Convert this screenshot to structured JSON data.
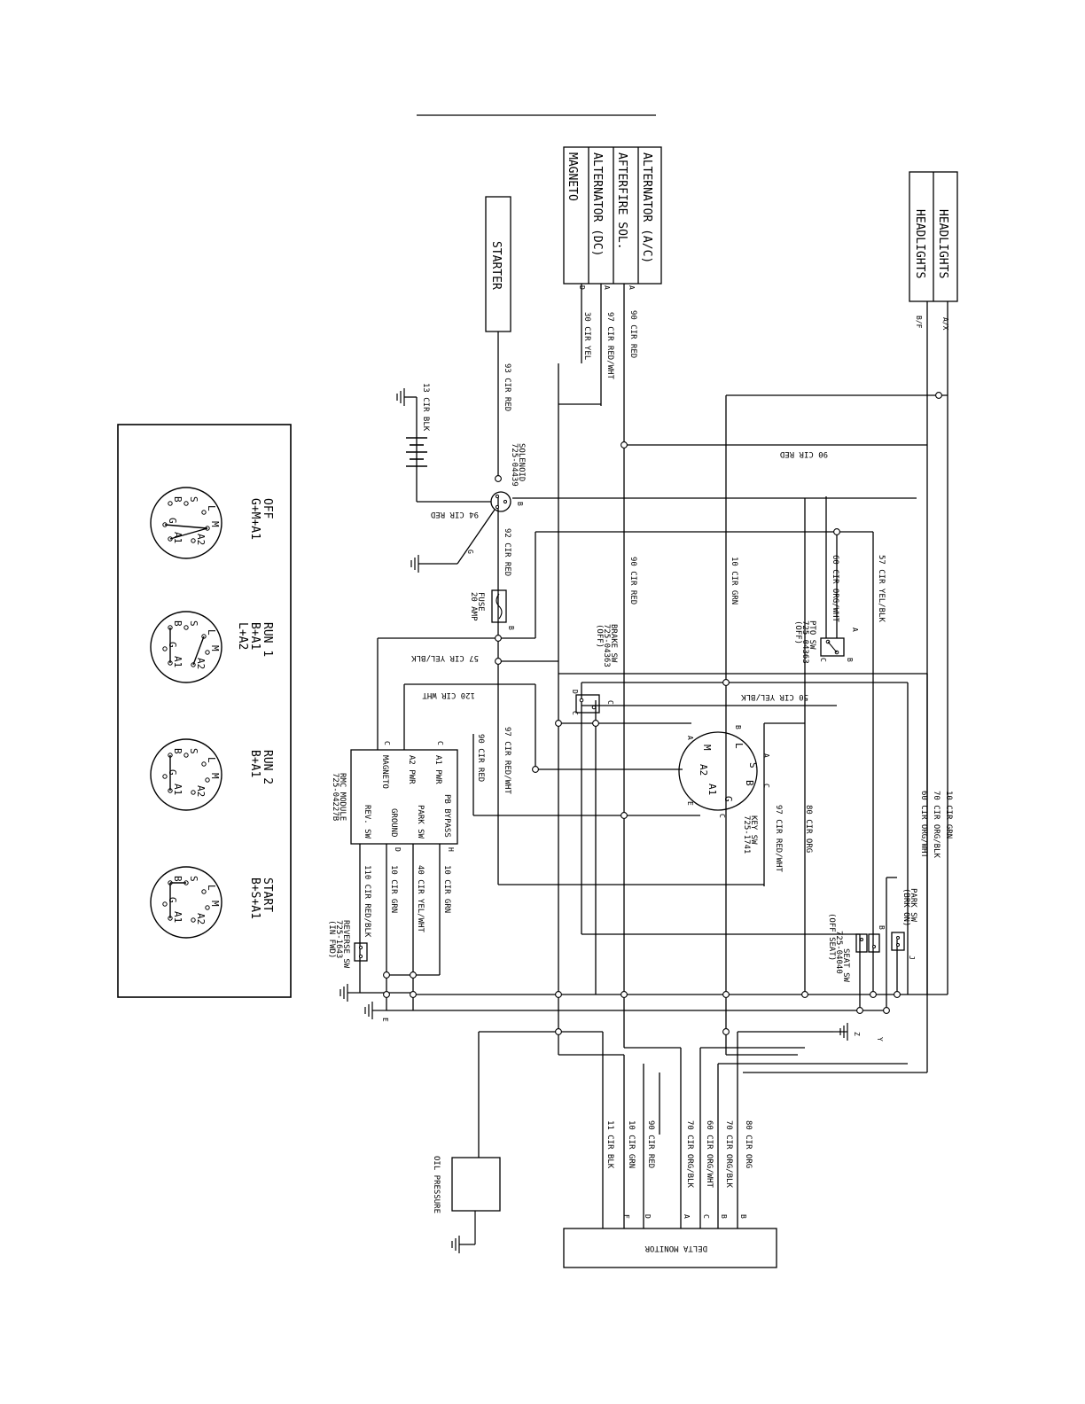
{
  "components": {
    "headlights_a": "HEADLIGHTS",
    "headlights_b": "HEADLIGHTS",
    "starter": "STARTER",
    "engine_rows": [
      "ALTERNATOR (A/C)",
      "AFTERFIRE SOL.",
      "ALTERNATOR (DC)",
      "MAGNETO"
    ],
    "engine_pins": [
      "A",
      "A",
      "D"
    ],
    "solenoid": [
      "SOLENOID",
      "725-04439"
    ],
    "fuse": [
      "FUSE",
      "20 AMP"
    ],
    "brake_sw": [
      "BRAKE SW",
      "725-04363",
      "(OFF)"
    ],
    "pto_sw": [
      "PTO SW",
      "725-04363",
      "(OFF)"
    ],
    "key_sw": [
      "KEY SW",
      "725-1741"
    ],
    "rmc_module": [
      "RMC MODULE",
      "725-04227B"
    ],
    "rmc_left": [
      "MAGNETO",
      "A2 PWR",
      "A1 PWR"
    ],
    "rmc_right": [
      "REV. SW",
      "GROUND",
      "PARK SW",
      "PB BYPASS"
    ],
    "reverse_sw": [
      "REVERSE SW",
      "725-1643",
      "(IN FWD)"
    ],
    "seat_sw": [
      "SEAT SW",
      "725-04040",
      "(OFF SEAT)"
    ],
    "park_sw": [
      "PARK SW",
      "(BRK ON)"
    ],
    "oil_pressure": "OIL PRESSURE",
    "delta_monitor": "DELTA MONITOR"
  },
  "wires": {
    "w90a": "90 CIR RED",
    "w97a": "97 CIR RED/WHT",
    "w30": "30 CIR YEL",
    "w93": "93 CIR RED",
    "w13": "13 CIR BLK",
    "w94": "94 CIR RED",
    "w92": "92 CIR RED",
    "w90b": "90 CIR RED",
    "w90c": "90 CIR RED",
    "w10a": "10 CIR GRN",
    "w60a": "60 CIR ORG/WHT",
    "w57a": "57 CIR YEL/BLK",
    "w57b": "57 CIR YEL/BLK",
    "w120": "120 CIR WHT",
    "w50": "50 CIR YEL/BLK",
    "w90d": "90 CIR RED",
    "w97b": "97 CIR RED/WHT",
    "w97c": "97 CIR RED/WHT",
    "w80a": "80 CIR ORG",
    "w10b": "10 CIR GRN",
    "w70a": "70 CIR ORG/BLK",
    "w60b": "60 CIR ORG/WHT",
    "wr10": "10 CIR GRN",
    "wr40": "40 CIR YEL/WHT",
    "wr10b": "10 CIR GRN",
    "wr110": "110 CIR RED/BLK",
    "headlight_pins": [
      "A/X",
      "B/F"
    ]
  },
  "monitor_wires": [
    "11 CIR BLK",
    "10 CIR GRN",
    "90 CIR RED",
    "70 CIR ORG/BLK",
    "60 CIR ORG/WHT",
    "70 CIR ORG/BLK",
    "80 CIR ORG"
  ],
  "monitor_pins": [
    "F",
    "D",
    "A",
    "C",
    "B",
    "B"
  ],
  "key_positions": [
    {
      "name": "OFF",
      "combo": "G+M+A1"
    },
    {
      "name": "RUN 1",
      "combo": "B+A1",
      "combo2": "L+A2"
    },
    {
      "name": "RUN 2",
      "combo": "B+A1"
    },
    {
      "name": "START",
      "combo": "B+S+A1"
    }
  ],
  "key_terminals": [
    "L",
    "S",
    "B",
    "G",
    "A1",
    "A2",
    "M"
  ],
  "letters": {
    "b": "B",
    "g": "G",
    "c": "C",
    "a": "A",
    "d": "D",
    "e": "E",
    "h": "H",
    "j": "J",
    "y": "Y",
    "z": "Z"
  }
}
